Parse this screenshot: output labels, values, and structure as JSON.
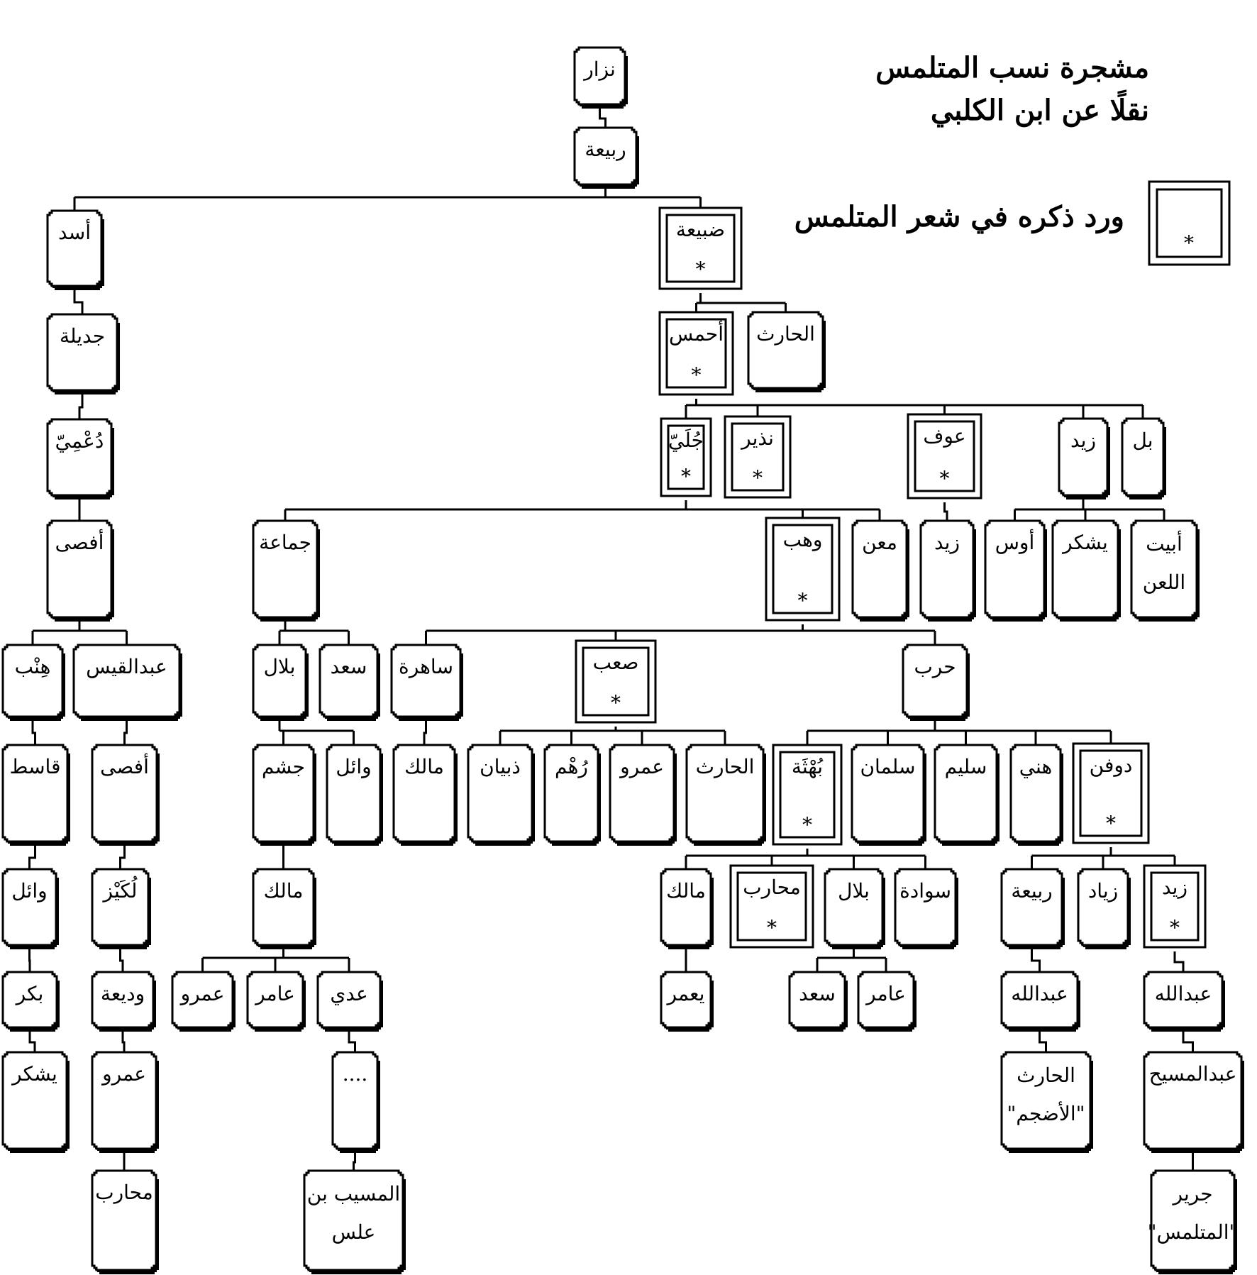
{
  "title_lines": [
    "مشجرة نسب المتلمس",
    "نقلًا عن ابن الكلبي"
  ],
  "legend": {
    "text": "ورد ذكره في شعر المتلمس",
    "mark": "*"
  },
  "nodes": {
    "nizar": {
      "lines": [
        "نزار"
      ]
    },
    "rabia": {
      "lines": [
        "ربيعة"
      ]
    },
    "asad": {
      "lines": [
        "أسد"
      ]
    },
    "dubaya": {
      "lines": [
        "ضبيعة"
      ],
      "star": true
    },
    "jadila": {
      "lines": [
        "جديلة"
      ]
    },
    "ahmas": {
      "lines": [
        "أحمس"
      ],
      "star": true
    },
    "harith1": {
      "lines": [
        "الحارث"
      ]
    },
    "dumi": {
      "lines": [
        "دُعْمِيّ"
      ]
    },
    "jula": {
      "lines": [
        "جُلَيّ"
      ],
      "star": true
    },
    "nadhir": {
      "lines": [
        "نذير"
      ],
      "star": true
    },
    "awf": {
      "lines": [
        "عوف"
      ],
      "star": true
    },
    "zayd1": {
      "lines": [
        "زيد"
      ]
    },
    "bal": {
      "lines": [
        "بل"
      ]
    },
    "afsa1": {
      "lines": [
        "أفصى"
      ]
    },
    "jamaa": {
      "lines": [
        "جماعة"
      ]
    },
    "wahb": {
      "lines": [
        "وهب"
      ],
      "star": true
    },
    "maan": {
      "lines": [
        "معن"
      ]
    },
    "zayd2": {
      "lines": [
        "زيد"
      ]
    },
    "aws": {
      "lines": [
        "أوس"
      ]
    },
    "yashkur1": {
      "lines": [
        "يشكر"
      ]
    },
    "abyat": {
      "lines": [
        "أبيت",
        "اللعن"
      ]
    },
    "hinb": {
      "lines": [
        "هِنْب"
      ]
    },
    "abdalqays": {
      "lines": [
        "عبدالقيس"
      ]
    },
    "bilal1": {
      "lines": [
        "بلال"
      ]
    },
    "saad1": {
      "lines": [
        "سعد"
      ]
    },
    "sahira": {
      "lines": [
        "ساهرة"
      ]
    },
    "saab": {
      "lines": [
        "صعب"
      ],
      "star": true
    },
    "harb": {
      "lines": [
        "حرب"
      ]
    },
    "qasit": {
      "lines": [
        "قاسط"
      ]
    },
    "afsa2": {
      "lines": [
        "أفصى"
      ]
    },
    "jusham": {
      "lines": [
        "جشم"
      ]
    },
    "wail1": {
      "lines": [
        "وائل"
      ]
    },
    "malik1": {
      "lines": [
        "مالك"
      ]
    },
    "dhubyan": {
      "lines": [
        "ذبيان"
      ]
    },
    "ruhm": {
      "lines": [
        "رُهْم"
      ]
    },
    "amr1": {
      "lines": [
        "عمرو"
      ]
    },
    "harith2": {
      "lines": [
        "الحارث"
      ]
    },
    "buhtha": {
      "lines": [
        "بُهْثَة"
      ],
      "star": true
    },
    "salman": {
      "lines": [
        "سلمان"
      ]
    },
    "sulaym": {
      "lines": [
        "سليم"
      ]
    },
    "hani": {
      "lines": [
        "هني"
      ]
    },
    "dawfan": {
      "lines": [
        "دوفن"
      ],
      "star": true
    },
    "wail2": {
      "lines": [
        "وائل"
      ]
    },
    "lukayz": {
      "lines": [
        "لُكَيْز"
      ]
    },
    "malik2": {
      "lines": [
        "مالك"
      ]
    },
    "malik3": {
      "lines": [
        "مالك"
      ]
    },
    "muharib1": {
      "lines": [
        "محارب"
      ],
      "star": true
    },
    "bilal2": {
      "lines": [
        "بلال"
      ]
    },
    "sawada": {
      "lines": [
        "سوادة"
      ]
    },
    "rabia2": {
      "lines": [
        "ربيعة"
      ]
    },
    "ziyad": {
      "lines": [
        "زياد"
      ]
    },
    "zayd3": {
      "lines": [
        "زيد"
      ],
      "star": true
    },
    "bakr": {
      "lines": [
        "بكر"
      ]
    },
    "wadia": {
      "lines": [
        "وديعة"
      ]
    },
    "amr2": {
      "lines": [
        "عمرو"
      ]
    },
    "amir1": {
      "lines": [
        "عامر"
      ]
    },
    "adi": {
      "lines": [
        "عدي"
      ]
    },
    "yamur": {
      "lines": [
        "يعمر"
      ]
    },
    "saad2": {
      "lines": [
        "سعد"
      ]
    },
    "amir2": {
      "lines": [
        "عامر"
      ]
    },
    "abdallah1": {
      "lines": [
        "عبدالله"
      ]
    },
    "abdallah2": {
      "lines": [
        "عبدالله"
      ]
    },
    "yashkur2": {
      "lines": [
        "يشكر"
      ]
    },
    "amr3": {
      "lines": [
        "عمرو"
      ]
    },
    "dots": {
      "lines": [
        "...."
      ]
    },
    "harith3": {
      "lines": [
        "الحارث",
        "\"الأضجم\""
      ]
    },
    "abdalmasih": {
      "lines": [
        "عبدالمسيح"
      ]
    },
    "muharib2": {
      "lines": [
        "محارب"
      ]
    },
    "musayyab": {
      "lines": [
        "المسيب بن",
        "علس"
      ]
    },
    "jarir": {
      "lines": [
        "جرير",
        "\"المتلمس\""
      ]
    }
  }
}
